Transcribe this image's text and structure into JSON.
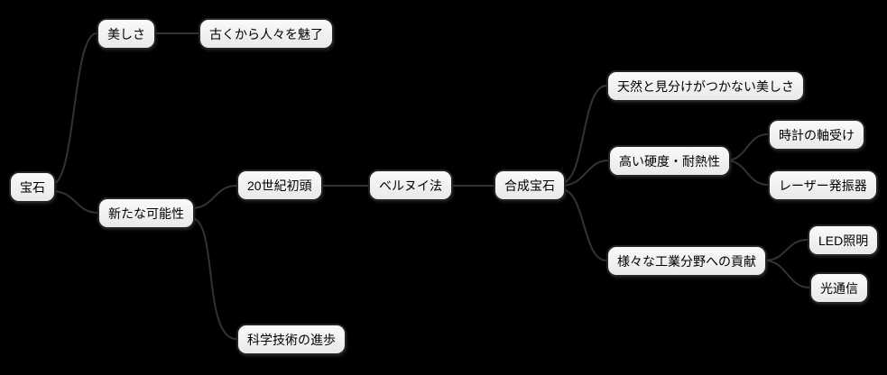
{
  "colors": {
    "background": "#000000",
    "node_fill": "#f0f0f0",
    "node_border": "#242424",
    "connector": "#333333",
    "node_text": "#000000"
  },
  "mindmap": {
    "root": {
      "label": "宝石",
      "children": [
        {
          "label": "美しさ",
          "children": [
            {
              "label": "古くから人々を魅了"
            }
          ]
        },
        {
          "label": "新たな可能性",
          "children": [
            {
              "label": "20世紀初頭",
              "children": [
                {
                  "label": "ベルヌイ法",
                  "children": [
                    {
                      "label": "合成宝石",
                      "children": [
                        {
                          "label": "天然と見分けがつかない美しさ"
                        },
                        {
                          "label": "高い硬度・耐熱性",
                          "children": [
                            {
                              "label": "時計の軸受け"
                            },
                            {
                              "label": "レーザー発振器"
                            }
                          ]
                        },
                        {
                          "label": "様々な工業分野への貢献",
                          "children": [
                            {
                              "label": "LED照明"
                            },
                            {
                              "label": "光通信"
                            }
                          ]
                        }
                      ]
                    }
                  ]
                }
              ]
            },
            {
              "label": "科学技術の進歩"
            }
          ]
        }
      ]
    }
  }
}
